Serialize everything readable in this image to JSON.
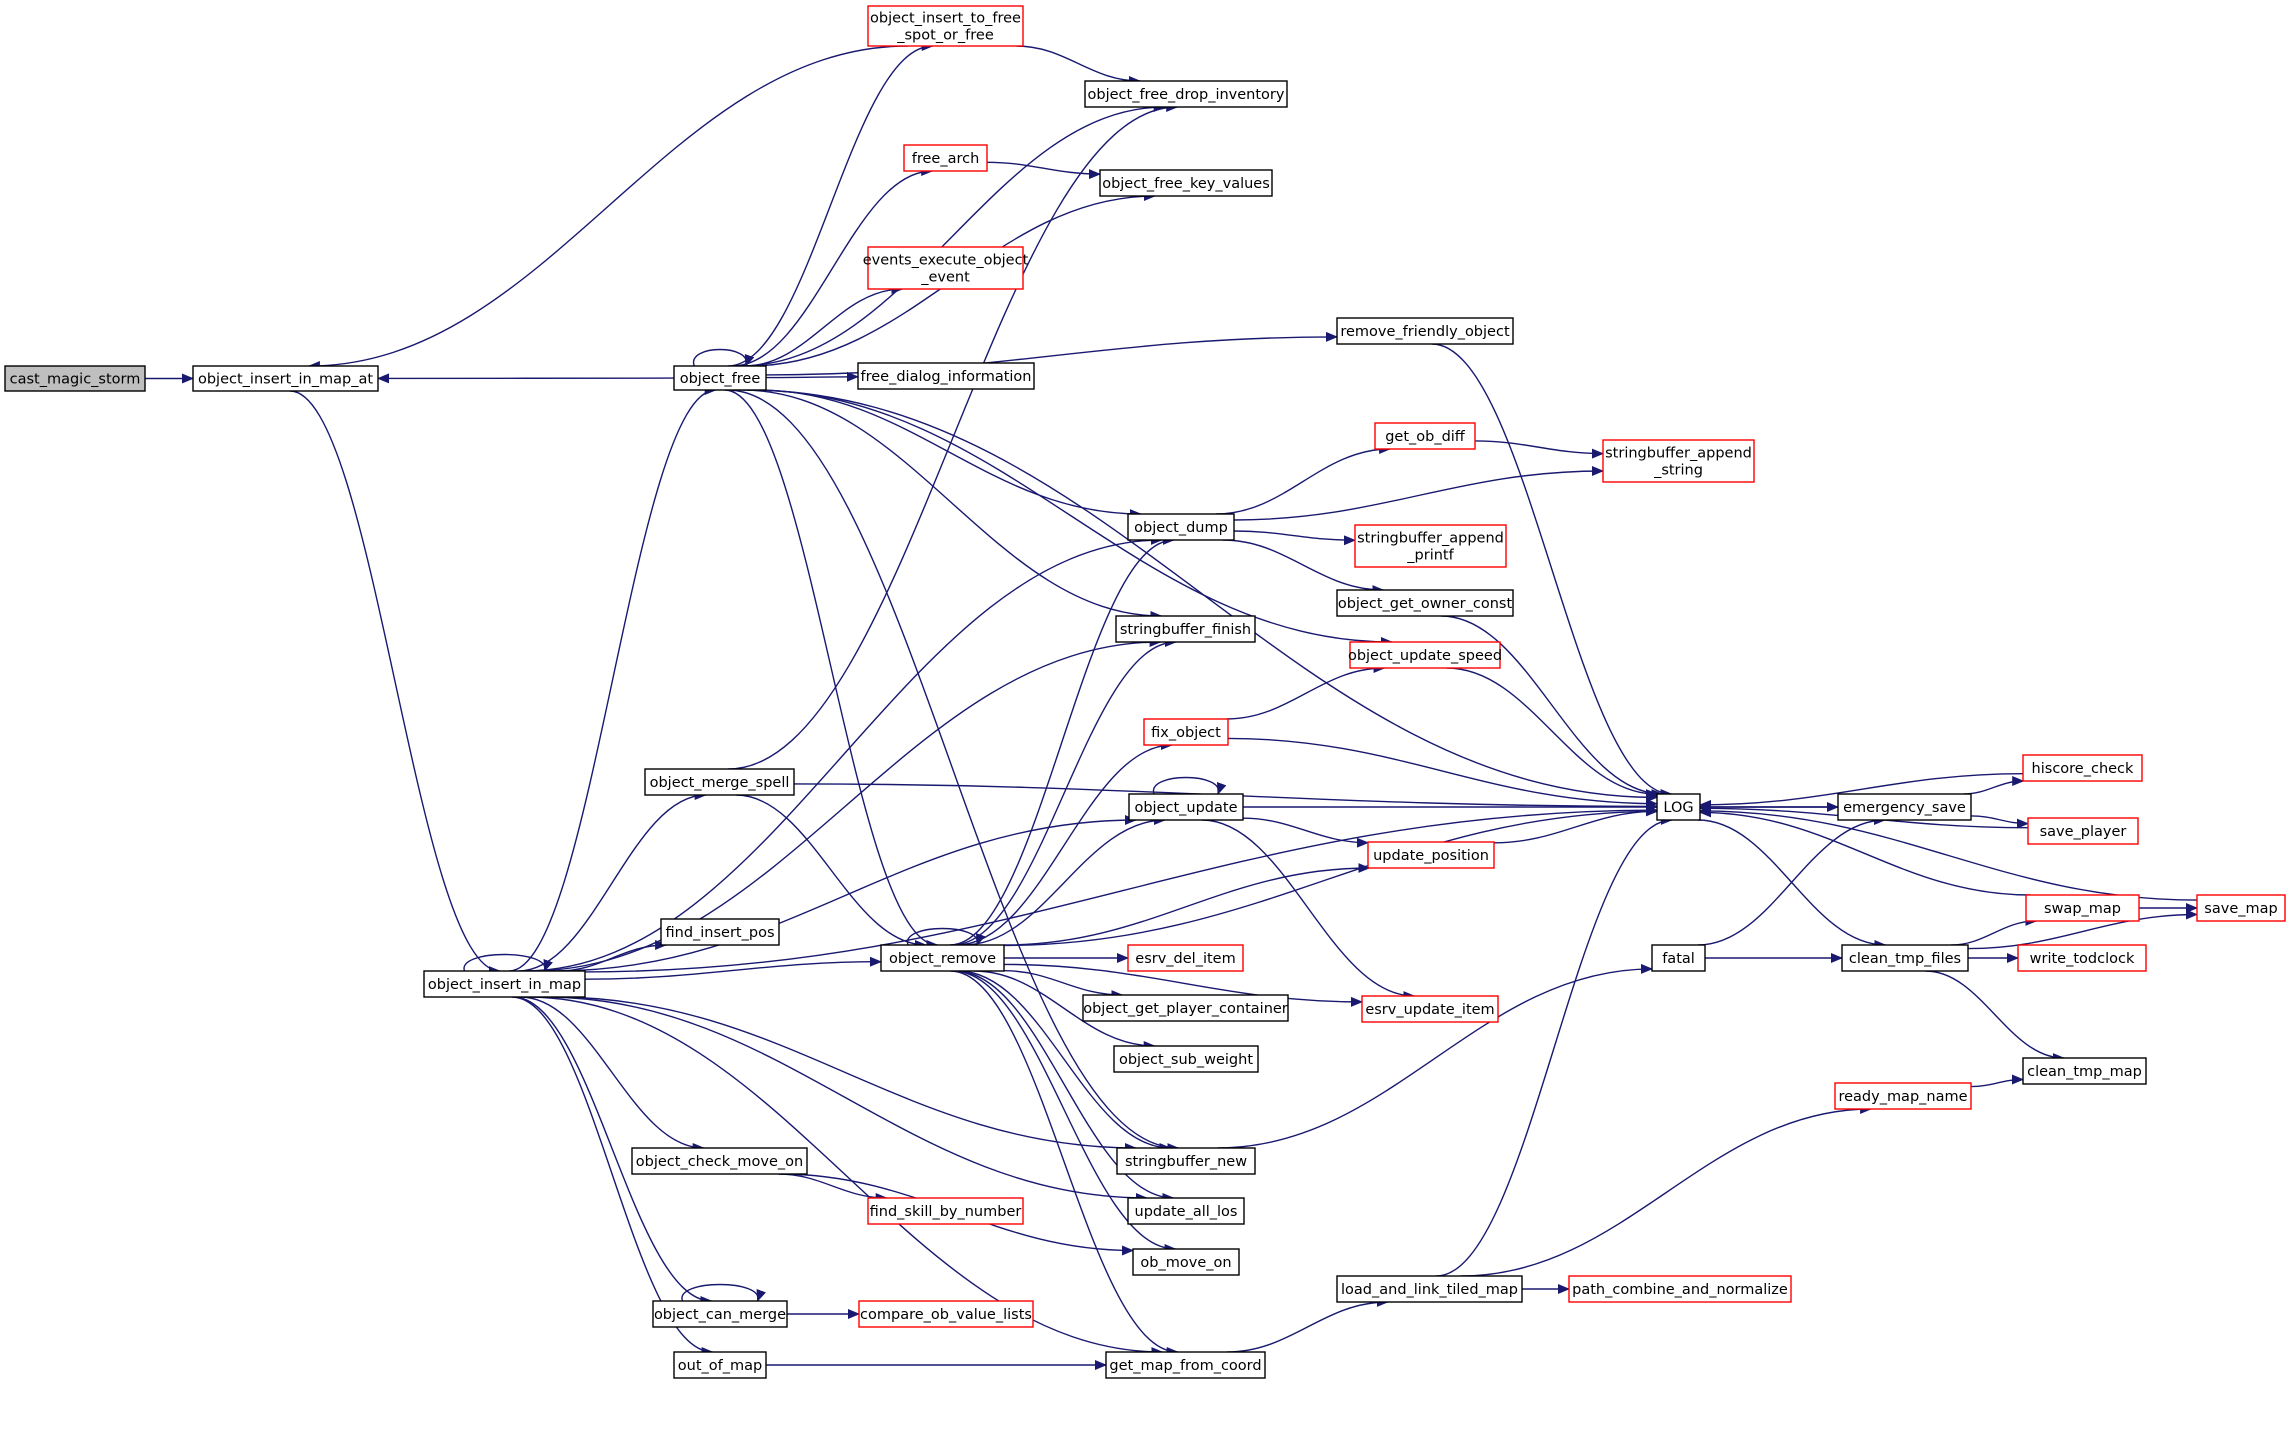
{
  "colors": {
    "edge": "#191970",
    "arrow": "#191970",
    "node_root_fill": "#bfbfbf",
    "node_normal_stroke": "#000000",
    "node_truncated_stroke": "#ff0000",
    "background": "#ffffff"
  },
  "nodes": [
    {
      "id": "cast_magic_storm",
      "label": [
        "cast_magic_storm"
      ],
      "style": "root"
    },
    {
      "id": "object_insert_in_map_at",
      "label": [
        "object_insert_in_map_at"
      ],
      "style": "normal"
    },
    {
      "id": "object_free",
      "label": [
        "object_free"
      ],
      "style": "normal"
    },
    {
      "id": "object_insert_to_free_spot_or_free",
      "label": [
        "object_insert_to_free",
        "_spot_or_free"
      ],
      "style": "truncated"
    },
    {
      "id": "object_free_drop_inventory",
      "label": [
        "object_free_drop_inventory"
      ],
      "style": "normal"
    },
    {
      "id": "free_arch",
      "label": [
        "free_arch"
      ],
      "style": "truncated"
    },
    {
      "id": "object_free_key_values",
      "label": [
        "object_free_key_values"
      ],
      "style": "normal"
    },
    {
      "id": "events_execute_object_event",
      "label": [
        "events_execute_object",
        "_event"
      ],
      "style": "truncated"
    },
    {
      "id": "remove_friendly_object",
      "label": [
        "remove_friendly_object"
      ],
      "style": "normal"
    },
    {
      "id": "free_dialog_information",
      "label": [
        "free_dialog_information"
      ],
      "style": "normal"
    },
    {
      "id": "get_ob_diff",
      "label": [
        "get_ob_diff"
      ],
      "style": "truncated"
    },
    {
      "id": "stringbuffer_append_string",
      "label": [
        "stringbuffer_append",
        "_string"
      ],
      "style": "truncated"
    },
    {
      "id": "object_dump",
      "label": [
        "object_dump"
      ],
      "style": "normal"
    },
    {
      "id": "stringbuffer_append_printf",
      "label": [
        "stringbuffer_append",
        "_printf"
      ],
      "style": "truncated"
    },
    {
      "id": "object_get_owner_const",
      "label": [
        "object_get_owner_const"
      ],
      "style": "normal"
    },
    {
      "id": "stringbuffer_finish",
      "label": [
        "stringbuffer_finish"
      ],
      "style": "normal"
    },
    {
      "id": "object_update_speed",
      "label": [
        "object_update_speed"
      ],
      "style": "truncated"
    },
    {
      "id": "fix_object",
      "label": [
        "fix_object"
      ],
      "style": "truncated"
    },
    {
      "id": "object_merge_spell",
      "label": [
        "object_merge_spell"
      ],
      "style": "normal"
    },
    {
      "id": "LOG",
      "label": [
        "LOG"
      ],
      "style": "normal"
    },
    {
      "id": "hiscore_check",
      "label": [
        "hiscore_check"
      ],
      "style": "truncated"
    },
    {
      "id": "object_update",
      "label": [
        "object_update"
      ],
      "style": "normal"
    },
    {
      "id": "emergency_save",
      "label": [
        "emergency_save"
      ],
      "style": "normal"
    },
    {
      "id": "save_player",
      "label": [
        "save_player"
      ],
      "style": "truncated"
    },
    {
      "id": "update_position",
      "label": [
        "update_position"
      ],
      "style": "truncated"
    },
    {
      "id": "find_insert_pos",
      "label": [
        "find_insert_pos"
      ],
      "style": "normal"
    },
    {
      "id": "swap_map",
      "label": [
        "swap_map"
      ],
      "style": "truncated"
    },
    {
      "id": "save_map",
      "label": [
        "save_map"
      ],
      "style": "truncated"
    },
    {
      "id": "object_remove",
      "label": [
        "object_remove"
      ],
      "style": "normal"
    },
    {
      "id": "esrv_del_item",
      "label": [
        "esrv_del_item"
      ],
      "style": "truncated"
    },
    {
      "id": "fatal",
      "label": [
        "fatal"
      ],
      "style": "normal"
    },
    {
      "id": "clean_tmp_files",
      "label": [
        "clean_tmp_files"
      ],
      "style": "normal"
    },
    {
      "id": "write_todclock",
      "label": [
        "write_todclock"
      ],
      "style": "truncated"
    },
    {
      "id": "object_insert_in_map",
      "label": [
        "object_insert_in_map"
      ],
      "style": "normal"
    },
    {
      "id": "object_get_player_container",
      "label": [
        "object_get_player_container"
      ],
      "style": "normal"
    },
    {
      "id": "esrv_update_item",
      "label": [
        "esrv_update_item"
      ],
      "style": "truncated"
    },
    {
      "id": "object_sub_weight",
      "label": [
        "object_sub_weight"
      ],
      "style": "normal"
    },
    {
      "id": "clean_tmp_map",
      "label": [
        "clean_tmp_map"
      ],
      "style": "normal"
    },
    {
      "id": "ready_map_name",
      "label": [
        "ready_map_name"
      ],
      "style": "truncated"
    },
    {
      "id": "object_check_move_on",
      "label": [
        "object_check_move_on"
      ],
      "style": "normal"
    },
    {
      "id": "stringbuffer_new",
      "label": [
        "stringbuffer_new"
      ],
      "style": "normal"
    },
    {
      "id": "find_skill_by_number",
      "label": [
        "find_skill_by_number"
      ],
      "style": "truncated"
    },
    {
      "id": "update_all_los",
      "label": [
        "update_all_los"
      ],
      "style": "normal"
    },
    {
      "id": "ob_move_on",
      "label": [
        "ob_move_on"
      ],
      "style": "normal"
    },
    {
      "id": "load_and_link_tiled_map",
      "label": [
        "load_and_link_tiled_map"
      ],
      "style": "normal"
    },
    {
      "id": "path_combine_and_normalize",
      "label": [
        "path_combine_and_normalize"
      ],
      "style": "truncated"
    },
    {
      "id": "object_can_merge",
      "label": [
        "object_can_merge"
      ],
      "style": "normal"
    },
    {
      "id": "compare_ob_value_lists",
      "label": [
        "compare_ob_value_lists"
      ],
      "style": "truncated"
    },
    {
      "id": "out_of_map",
      "label": [
        "out_of_map"
      ],
      "style": "normal"
    },
    {
      "id": "get_map_from_coord",
      "label": [
        "get_map_from_coord"
      ],
      "style": "normal"
    }
  ],
  "edges": [
    {
      "from": "cast_magic_storm",
      "to": "object_insert_in_map_at"
    },
    {
      "from": "object_insert_in_map_at",
      "to": "object_insert_in_map"
    },
    {
      "from": "object_free",
      "to": "object_insert_in_map_at"
    },
    {
      "from": "object_insert_to_free_spot_or_free",
      "to": "object_insert_in_map_at"
    },
    {
      "from": "object_free",
      "to": "object_free"
    },
    {
      "from": "object_free",
      "to": "object_insert_to_free_spot_or_free"
    },
    {
      "from": "object_insert_to_free_spot_or_free",
      "to": "object_free_drop_inventory"
    },
    {
      "from": "object_free",
      "to": "object_free_drop_inventory"
    },
    {
      "from": "object_free",
      "to": "free_arch"
    },
    {
      "from": "free_arch",
      "to": "object_free_key_values"
    },
    {
      "from": "object_free",
      "to": "object_free_key_values"
    },
    {
      "from": "object_free",
      "to": "events_execute_object_event"
    },
    {
      "from": "object_free",
      "to": "remove_friendly_object"
    },
    {
      "from": "object_free",
      "to": "free_dialog_information"
    },
    {
      "from": "object_free",
      "to": "LOG"
    },
    {
      "from": "object_free",
      "to": "object_dump"
    },
    {
      "from": "object_free",
      "to": "stringbuffer_finish"
    },
    {
      "from": "object_free",
      "to": "object_update_speed"
    },
    {
      "from": "object_free",
      "to": "object_remove"
    },
    {
      "from": "object_free",
      "to": "stringbuffer_new"
    },
    {
      "from": "remove_friendly_object",
      "to": "LOG"
    },
    {
      "from": "object_dump",
      "to": "get_ob_diff"
    },
    {
      "from": "get_ob_diff",
      "to": "stringbuffer_append_string"
    },
    {
      "from": "object_dump",
      "to": "stringbuffer_append_string"
    },
    {
      "from": "object_dump",
      "to": "stringbuffer_append_printf"
    },
    {
      "from": "object_dump",
      "to": "object_get_owner_const"
    },
    {
      "from": "object_get_owner_const",
      "to": "LOG"
    },
    {
      "from": "object_update_speed",
      "to": "LOG"
    },
    {
      "from": "fix_object",
      "to": "object_update_speed"
    },
    {
      "from": "fix_object",
      "to": "LOG"
    },
    {
      "from": "object_merge_spell",
      "to": "object_free_drop_inventory"
    },
    {
      "from": "object_merge_spell",
      "to": "LOG"
    },
    {
      "from": "object_merge_spell",
      "to": "object_remove"
    },
    {
      "from": "object_update",
      "to": "object_update"
    },
    {
      "from": "object_update",
      "to": "LOG"
    },
    {
      "from": "object_update",
      "to": "update_position"
    },
    {
      "from": "object_update",
      "to": "esrv_update_item"
    },
    {
      "from": "update_position",
      "to": "LOG"
    },
    {
      "from": "LOG",
      "to": "emergency_save"
    },
    {
      "from": "LOG",
      "to": "clean_tmp_files"
    },
    {
      "from": "emergency_save",
      "to": "LOG"
    },
    {
      "from": "emergency_save",
      "to": "hiscore_check"
    },
    {
      "from": "emergency_save",
      "to": "save_player"
    },
    {
      "from": "hiscore_check",
      "to": "LOG"
    },
    {
      "from": "save_player",
      "to": "LOG"
    },
    {
      "from": "swap_map",
      "to": "LOG"
    },
    {
      "from": "swap_map",
      "to": "save_map"
    },
    {
      "from": "save_map",
      "to": "LOG"
    },
    {
      "from": "fatal",
      "to": "emergency_save"
    },
    {
      "from": "fatal",
      "to": "clean_tmp_files"
    },
    {
      "from": "clean_tmp_files",
      "to": "swap_map"
    },
    {
      "from": "clean_tmp_files",
      "to": "write_todclock"
    },
    {
      "from": "clean_tmp_files",
      "to": "save_map"
    },
    {
      "from": "clean_tmp_files",
      "to": "clean_tmp_map"
    },
    {
      "from": "ready_map_name",
      "to": "clean_tmp_map"
    },
    {
      "from": "object_remove",
      "to": "object_remove"
    },
    {
      "from": "object_remove",
      "to": "object_dump"
    },
    {
      "from": "object_remove",
      "to": "stringbuffer_finish"
    },
    {
      "from": "object_remove",
      "to": "fix_object"
    },
    {
      "from": "object_remove",
      "to": "object_update"
    },
    {
      "from": "object_remove",
      "to": "update_position"
    },
    {
      "from": "object_remove",
      "to": "LOG"
    },
    {
      "from": "object_remove",
      "to": "esrv_del_item"
    },
    {
      "from": "object_remove",
      "to": "object_get_player_container"
    },
    {
      "from": "object_remove",
      "to": "object_sub_weight"
    },
    {
      "from": "object_remove",
      "to": "esrv_update_item"
    },
    {
      "from": "object_remove",
      "to": "stringbuffer_new"
    },
    {
      "from": "object_remove",
      "to": "update_all_los"
    },
    {
      "from": "object_remove",
      "to": "ob_move_on"
    },
    {
      "from": "object_remove",
      "to": "get_map_from_coord"
    },
    {
      "from": "object_insert_in_map",
      "to": "object_insert_in_map"
    },
    {
      "from": "object_insert_in_map",
      "to": "object_free"
    },
    {
      "from": "object_insert_in_map",
      "to": "object_dump"
    },
    {
      "from": "object_insert_in_map",
      "to": "stringbuffer_finish"
    },
    {
      "from": "object_insert_in_map",
      "to": "object_merge_spell"
    },
    {
      "from": "object_insert_in_map",
      "to": "object_update"
    },
    {
      "from": "object_insert_in_map",
      "to": "find_insert_pos"
    },
    {
      "from": "object_insert_in_map",
      "to": "object_remove"
    },
    {
      "from": "object_insert_in_map",
      "to": "stringbuffer_new"
    },
    {
      "from": "object_insert_in_map",
      "to": "update_all_los"
    },
    {
      "from": "object_insert_in_map",
      "to": "object_check_move_on"
    },
    {
      "from": "object_insert_in_map",
      "to": "LOG"
    },
    {
      "from": "object_insert_in_map",
      "to": "object_can_merge"
    },
    {
      "from": "object_insert_in_map",
      "to": "out_of_map"
    },
    {
      "from": "object_insert_in_map",
      "to": "get_map_from_coord"
    },
    {
      "from": "stringbuffer_new",
      "to": "fatal"
    },
    {
      "from": "object_check_move_on",
      "to": "find_skill_by_number"
    },
    {
      "from": "object_check_move_on",
      "to": "ob_move_on"
    },
    {
      "from": "object_can_merge",
      "to": "object_can_merge"
    },
    {
      "from": "object_can_merge",
      "to": "compare_ob_value_lists"
    },
    {
      "from": "out_of_map",
      "to": "get_map_from_coord"
    },
    {
      "from": "get_map_from_coord",
      "to": "load_and_link_tiled_map"
    },
    {
      "from": "load_and_link_tiled_map",
      "to": "path_combine_and_normalize"
    },
    {
      "from": "load_and_link_tiled_map",
      "to": "ready_map_name"
    },
    {
      "from": "load_and_link_tiled_map",
      "to": "LOG"
    }
  ]
}
